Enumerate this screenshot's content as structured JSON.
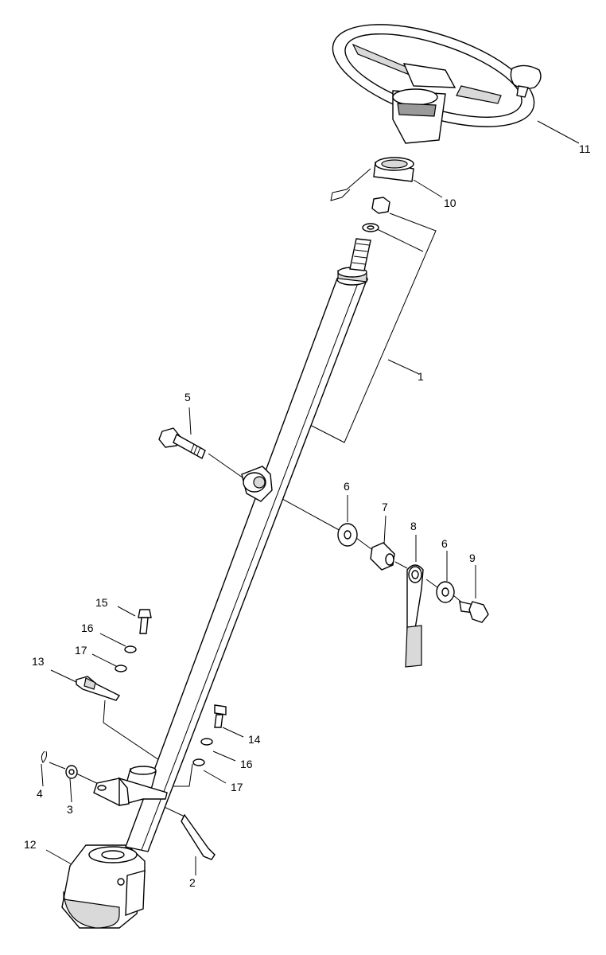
{
  "callouts": {
    "c1": "1",
    "c2": "2",
    "c3": "3",
    "c4": "4",
    "c5": "5",
    "c6a": "6",
    "c6b": "6",
    "c7": "7",
    "c8": "8",
    "c9": "9",
    "c10": "10",
    "c11": "11",
    "c12": "12",
    "c13": "13",
    "c14": "14",
    "c15": "15",
    "c16a": "16",
    "c16b": "16",
    "c17a": "17",
    "c17b": "17"
  }
}
